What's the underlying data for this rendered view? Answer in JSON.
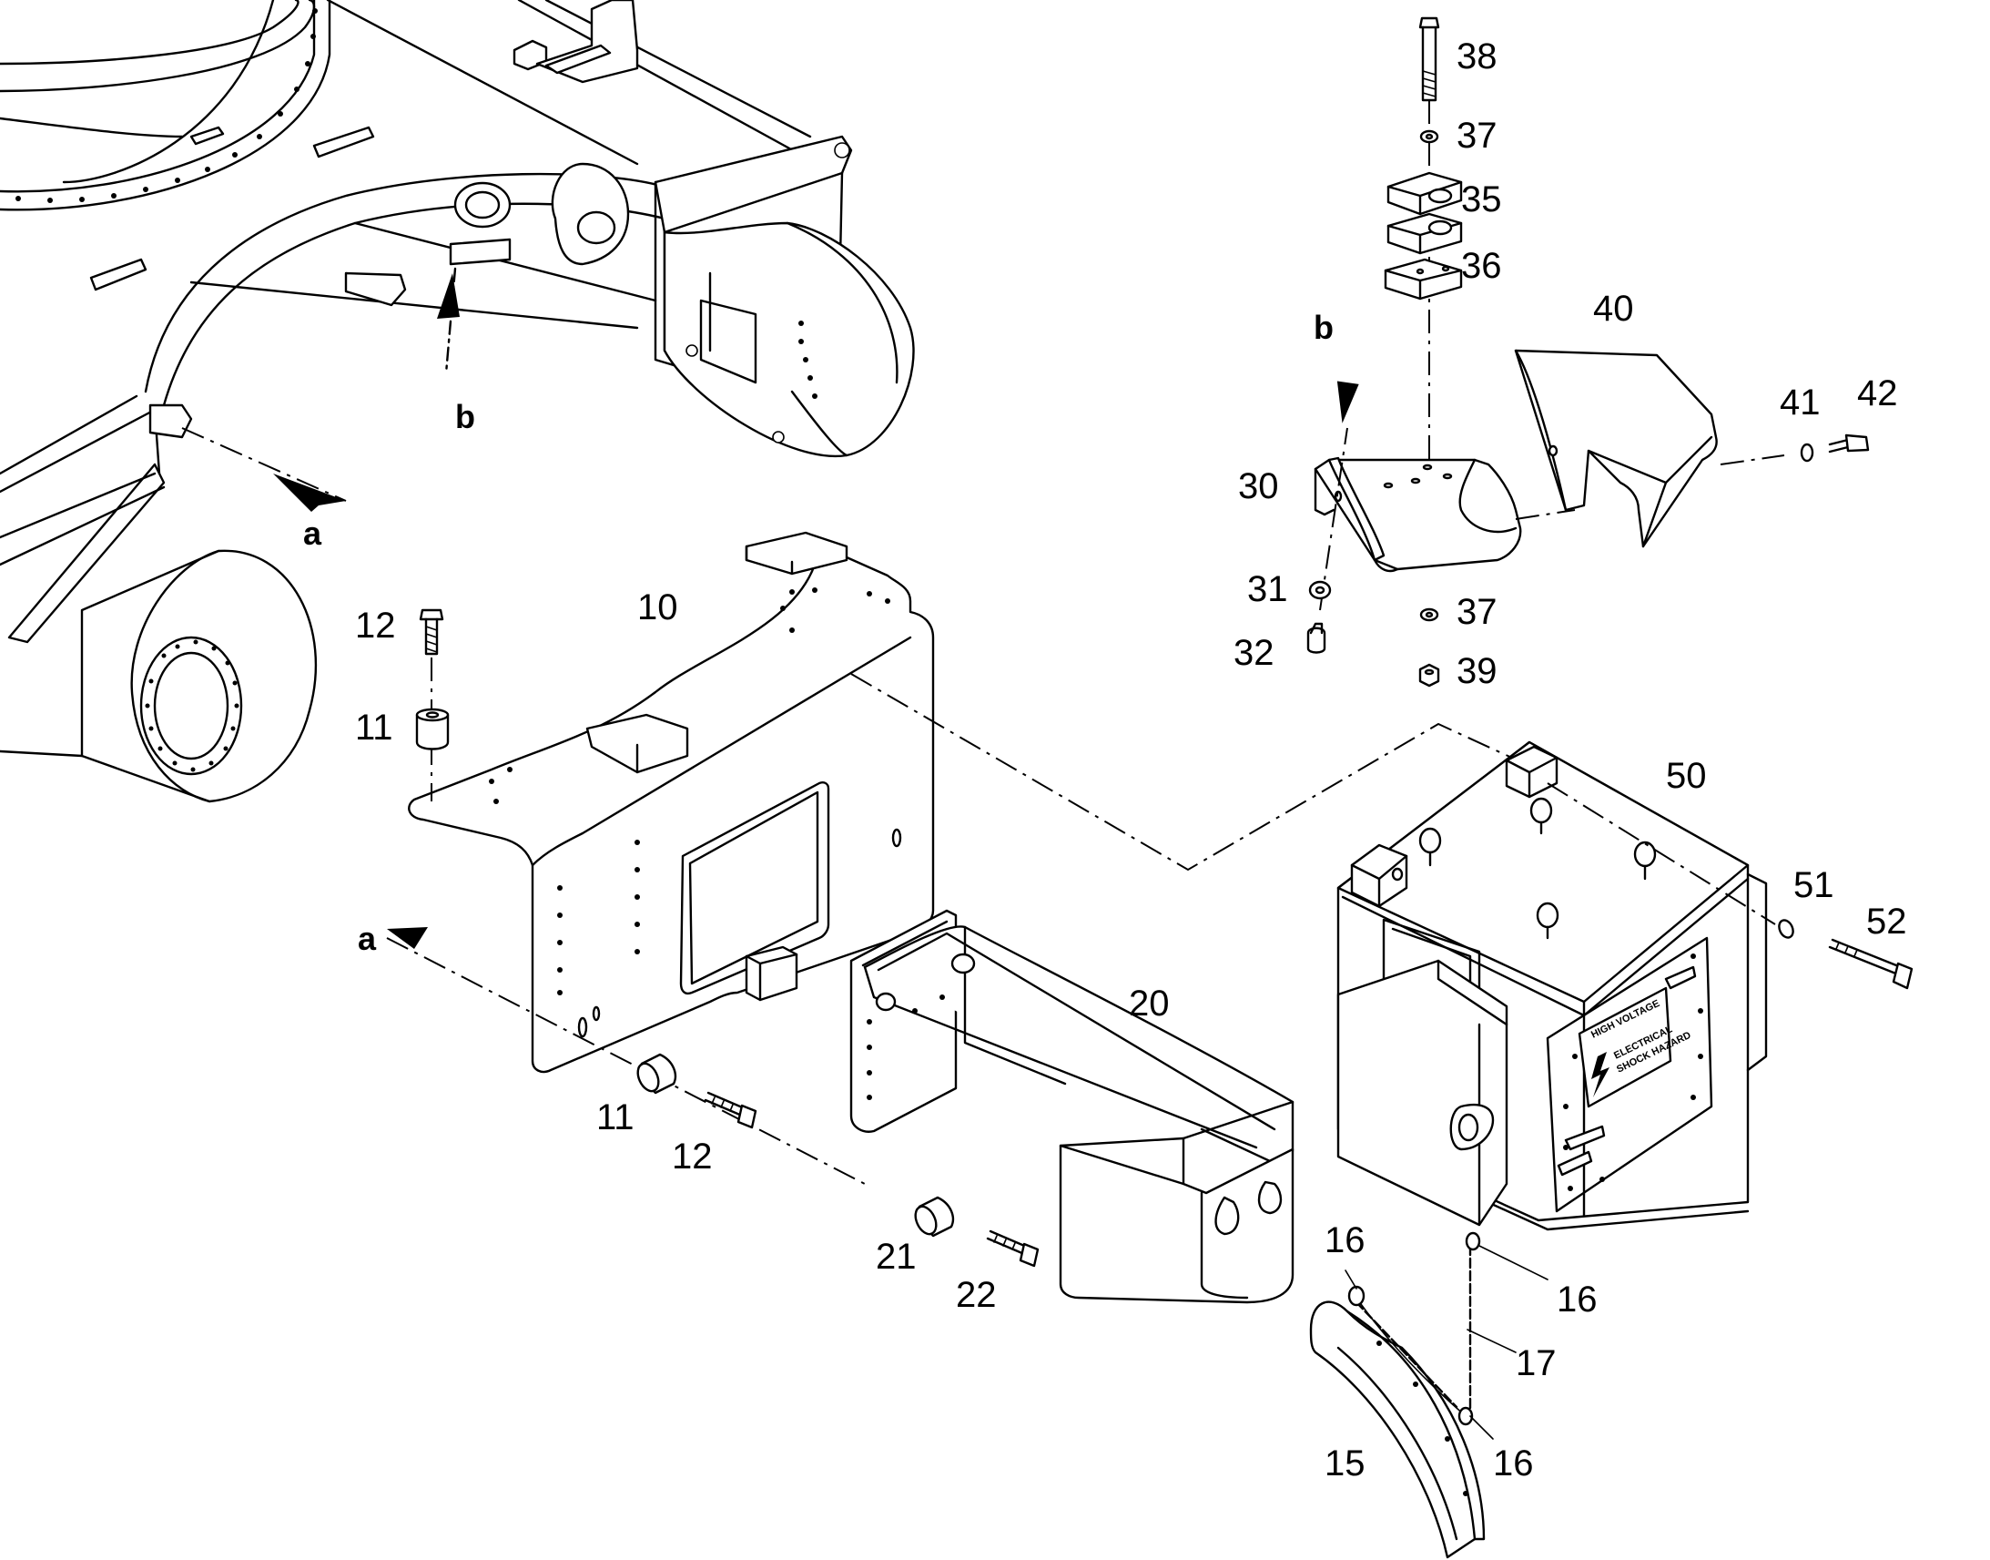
{
  "callouts": {
    "c10": "10",
    "c11a": "11",
    "c12a": "12",
    "c11b": "11",
    "c12b": "12",
    "c20": "20",
    "c21": "21",
    "c22": "22",
    "c30": "30",
    "c31": "31",
    "c32": "32",
    "c35": "35",
    "c36": "36",
    "c37a": "37",
    "c37b": "37",
    "c38": "38",
    "c39": "39",
    "c40": "40",
    "c41": "41",
    "c42": "42",
    "c50": "50",
    "c51": "51",
    "c52": "52",
    "c15": "15",
    "c16a": "16",
    "c16b": "16",
    "c16c": "16",
    "c17": "17"
  },
  "view_markers": {
    "a_top": "a",
    "a_left": "a",
    "b_top": "b",
    "b_right": "b"
  },
  "warning_plate": {
    "line1": "HIGH VOLTAGE",
    "line2": "ELECTRICAL",
    "line3": "SHOCK HAZARD"
  }
}
